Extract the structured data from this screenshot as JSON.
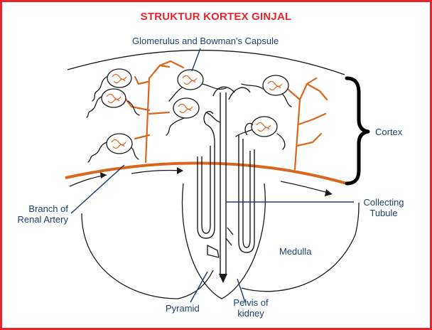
{
  "title": "STRUKTUR KORTEX GINJAL",
  "labels": {
    "glomerulus": "Glomerulus and Bowman's Capsule",
    "cortex": "Cortex",
    "collecting_line1": "Collecting",
    "collecting_line2": "Tubule",
    "branch_line1": "Branch of",
    "branch_line2": "Renal Artery",
    "medulla": "Medulla",
    "pyramid": "Pyramid",
    "pelvis_line1": "Pelvis of",
    "pelvis_line2": "kidney"
  },
  "colors": {
    "frame": "#e3262c",
    "title": "#e3262c",
    "artery": "#d9661e",
    "outline": "#1a1a1a",
    "label_text": "#1f3f70",
    "leader_line": "#1f3f70"
  }
}
